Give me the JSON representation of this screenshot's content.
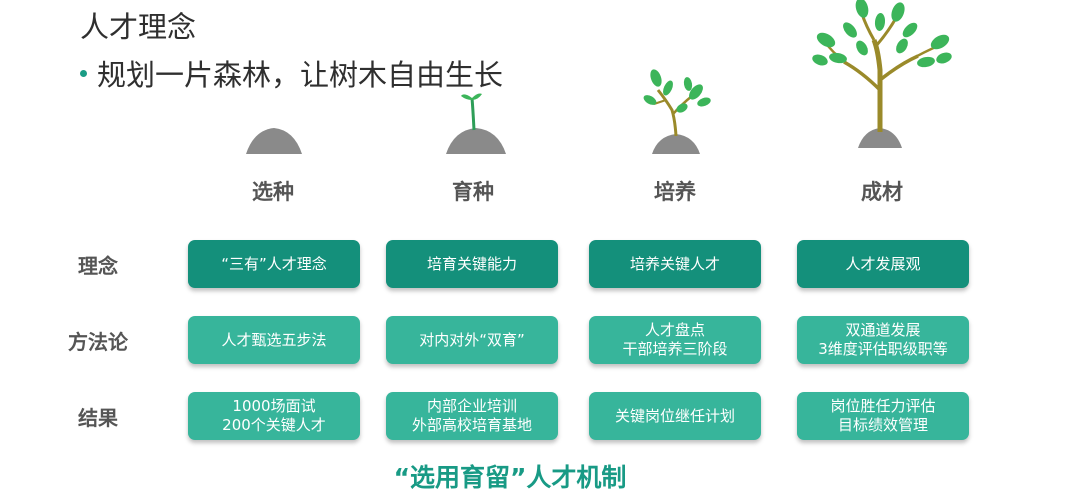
{
  "header": {
    "title": "人才理念",
    "subtitle": "规划一片森林，让树木自由生长"
  },
  "stages": [
    {
      "label": "选种",
      "icon": "soil-mound-icon"
    },
    {
      "label": "育种",
      "icon": "sprout-icon"
    },
    {
      "label": "培养",
      "icon": "sapling-icon"
    },
    {
      "label": "成材",
      "icon": "tree-icon"
    }
  ],
  "rows": [
    {
      "label": "理念",
      "cells": [
        {
          "line1": "“三有”人才理念",
          "line2": ""
        },
        {
          "line1": "培育关键能力",
          "line2": ""
        },
        {
          "line1": "培养关键人才",
          "line2": ""
        },
        {
          "line1": "人才发展观",
          "line2": ""
        }
      ]
    },
    {
      "label": "方法论",
      "cells": [
        {
          "line1": "人才甄选五步法",
          "line2": ""
        },
        {
          "line1": "对内对外“双育”",
          "line2": ""
        },
        {
          "line1": "人才盘点",
          "line2": "干部培养三阶段"
        },
        {
          "line1": "双通道发展",
          "line2": "3维度评估职级职等"
        }
      ]
    },
    {
      "label": "结果",
      "cells": [
        {
          "line1": "1000场面试",
          "line2": "200个关键人才"
        },
        {
          "line1": "内部企业培训",
          "line2": "外部高校培育基地"
        },
        {
          "line1": "关键岗位继任计划",
          "line2": ""
        },
        {
          "line1": "岗位胜任力评估",
          "line2": "目标绩效管理"
        }
      ]
    }
  ],
  "footer": "“选用育留”人才机制",
  "colors": {
    "accent": "#1a9c85",
    "box_dark": "#14907b",
    "box_light": "#37b59b",
    "soil": "#8a8a8a",
    "leaf": "#3cb55a",
    "trunk": "#9a8a2a"
  }
}
